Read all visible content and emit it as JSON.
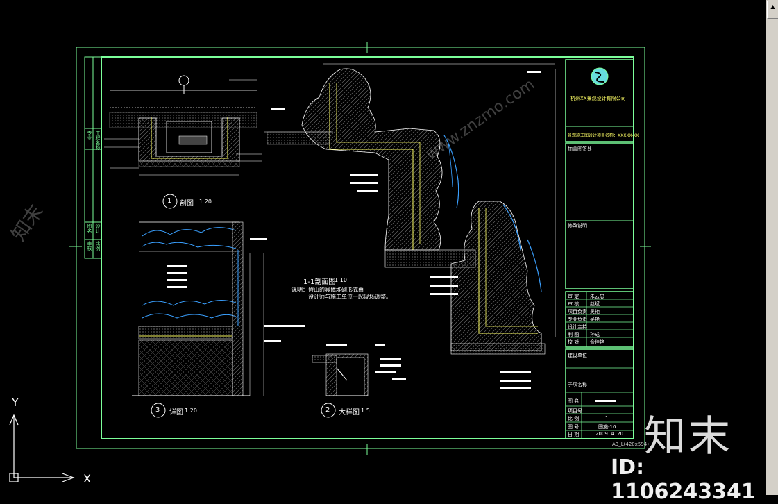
{
  "drawing": {
    "section_title": "1-1剖面图",
    "section_scale": "1:10",
    "note_line1": "说明：假山的具体堆砌形式由",
    "note_line2": "设计师与施工单位一起现场调整。",
    "view1_num": "1",
    "view1_title": "剖图",
    "view1_scale": "1:20",
    "view2_num": "2",
    "view2_title": "大样图",
    "view2_scale": "1:5",
    "view3_num": "3",
    "view3_title": "详图",
    "view3_scale": "1:20",
    "sheet_size": "A3_L(420x594)"
  },
  "title_block": {
    "company": "杭州XX景观设计有限公司",
    "project_header": "景观施工图设计项目名称：XXXXX-XX",
    "field_stamp": "加盖图签处",
    "field_notes": "修改说明",
    "roles": [
      {
        "label": "审 定",
        "name": "朱云忠"
      },
      {
        "label": "审 核",
        "name": "赵斌"
      },
      {
        "label": "项目负责",
        "name": "吴艳"
      },
      {
        "label": "专业负责",
        "name": "吴艳"
      },
      {
        "label": "设计主持",
        "name": ""
      },
      {
        "label": "制 图",
        "name": "孙成"
      },
      {
        "label": "校 对",
        "name": "俞佳艳"
      }
    ],
    "construction_unit": "建设单位",
    "sub_project": "子项名称",
    "drawing_name_label": "图 名",
    "project_no_label": "项目号",
    "scale_label": "比 例",
    "scale_value": "1",
    "drawing_no_label": "图 号",
    "drawing_no_value": "园施-10",
    "date_label": "日 期",
    "date_value": "2009. 4. 20"
  },
  "left_strip": [
    "专业",
    "工程名称",
    "图名",
    "设计",
    "审核",
    "比例"
  ],
  "ucs": {
    "x_label": "X",
    "y_label": "Y"
  },
  "watermark": {
    "brand": "知末",
    "id_text": "ID: 1106243341",
    "diag": "www.znzmo.com"
  },
  "colors": {
    "frame": "#7cff9a",
    "hatch": "#888888",
    "detail": "#ffff66",
    "water": "#3aa0ff",
    "bg": "#000000"
  }
}
